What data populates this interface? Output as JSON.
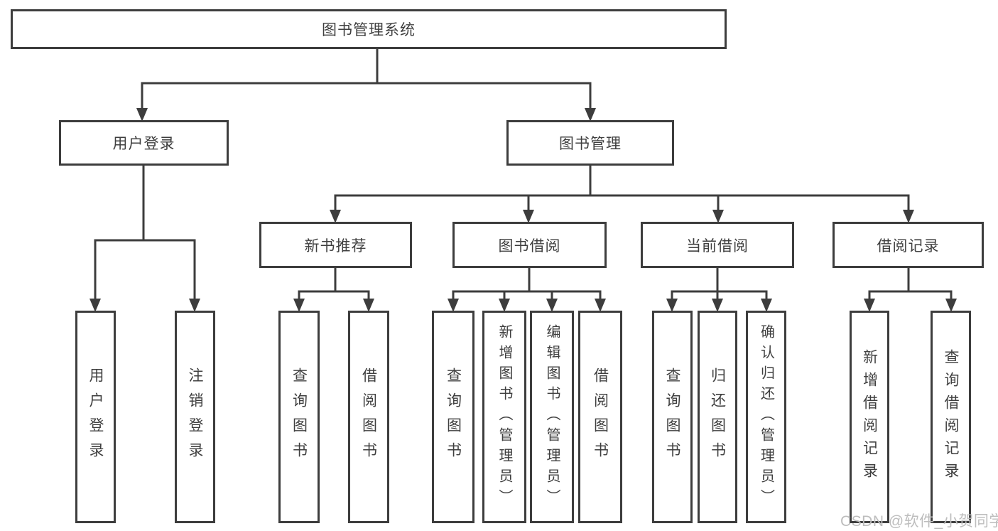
{
  "root": {
    "label": "图书管理系统"
  },
  "level2": [
    {
      "label": "用户登录"
    },
    {
      "label": "图书管理"
    }
  ],
  "level3": [
    {
      "label": "新书推荐"
    },
    {
      "label": "图书借阅"
    },
    {
      "label": "当前借阅"
    },
    {
      "label": "借阅记录"
    }
  ],
  "leaves": [
    {
      "label": "用户登录"
    },
    {
      "label": "注销登录"
    },
    {
      "label": "查询图书"
    },
    {
      "label": "借阅图书"
    },
    {
      "label": "查询图书"
    },
    {
      "label": "新增图书（管理员）"
    },
    {
      "label": "编辑图书（管理员）"
    },
    {
      "label": "借阅图书"
    },
    {
      "label": "查询图书"
    },
    {
      "label": "归还图书"
    },
    {
      "label": "确认归还（管理员）"
    },
    {
      "label": "新增借阅记录"
    },
    {
      "label": "查询借阅记录"
    }
  ],
  "watermark": {
    "text": "CSDN @软件_小贺同学"
  },
  "colors": {
    "line": "#3d3d3d",
    "text": "#3f3f3f",
    "watermark": "#bdbdbd",
    "background": "#ffffff"
  }
}
